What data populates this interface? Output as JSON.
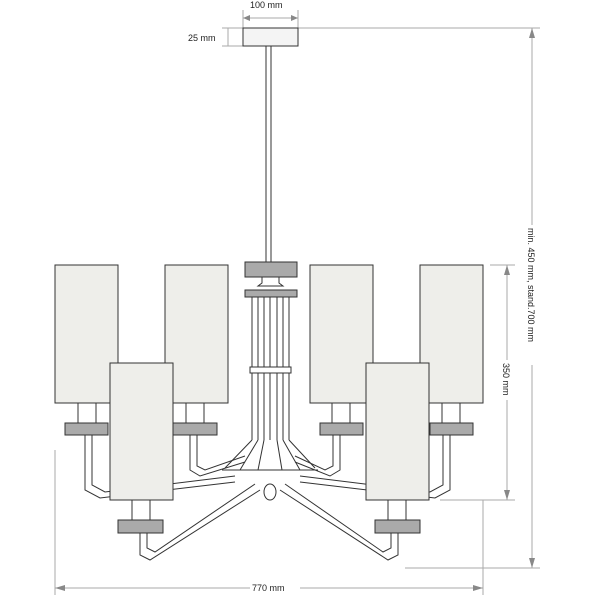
{
  "dimensions": {
    "canopy_width": "100 mm",
    "canopy_height": "25 mm",
    "total_height": "min. 450 mm, stand.700 mm",
    "shade_height": "350 mm",
    "total_width": "770 mm"
  }
}
